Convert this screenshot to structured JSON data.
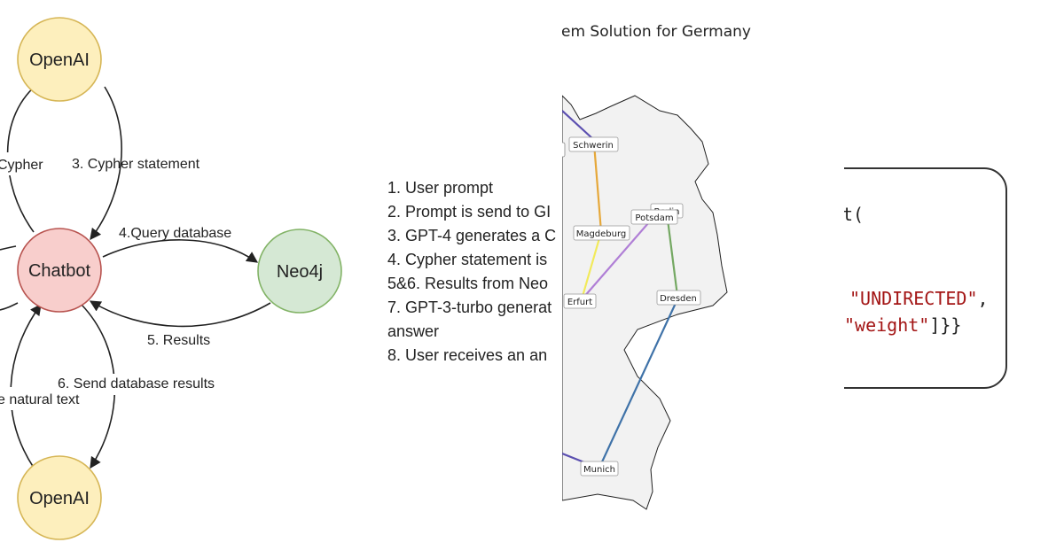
{
  "flow": {
    "nodes": {
      "openai_top": "OpenAI",
      "chatbot": "Chatbot",
      "neo4j": "Neo4j",
      "openai_bottom": "OpenAI"
    },
    "edges": {
      "cypher_partial": "Cypher",
      "cypher_statement": "3. Cypher statement",
      "query_database": "4.Query database",
      "results": "5. Results",
      "send_db_results": "6. Send database results",
      "natural_text_partial": "e natural text"
    }
  },
  "steps": [
    "1. User prompt",
    "2. Prompt is send to GI",
    "3. GPT-4 generates a C",
    "4. Cypher statement is",
    "5&6. Results from Neo",
    "7. GPT-3-turbo generat",
    "answer",
    "8. User receives an an"
  ],
  "map": {
    "title": "em Solution for Germany",
    "cities": {
      "schwerin": "Schwerin",
      "berlin": "Berlin",
      "potsdam": "Potsdam",
      "magdeburg": "Magdeburg",
      "dresden": "Dresden",
      "erfurt": "Erfurt",
      "munich": "Munich"
    },
    "colors": {
      "land": "#f2f2f2",
      "route_purple_dark": "#5b4fb0",
      "route_orange": "#e6a83a",
      "route_yellow": "#f2ea5a",
      "route_lilac": "#b07fd6",
      "route_green": "#74a862",
      "route_blue": "#3f72a8"
    }
  },
  "code": {
    "line1": "t(",
    "line2_string": "\"UNDIRECTED\"",
    "line2_end": ",",
    "line3_string": "\"weight\"",
    "line3_end": "]}}"
  },
  "colors": {
    "openai_fill": "#fdefbd",
    "openai_stroke": "#d6b656",
    "chatbot_fill": "#f8cecc",
    "chatbot_stroke": "#b85450",
    "neo4j_fill": "#d5e8d4",
    "neo4j_stroke": "#82b366"
  }
}
